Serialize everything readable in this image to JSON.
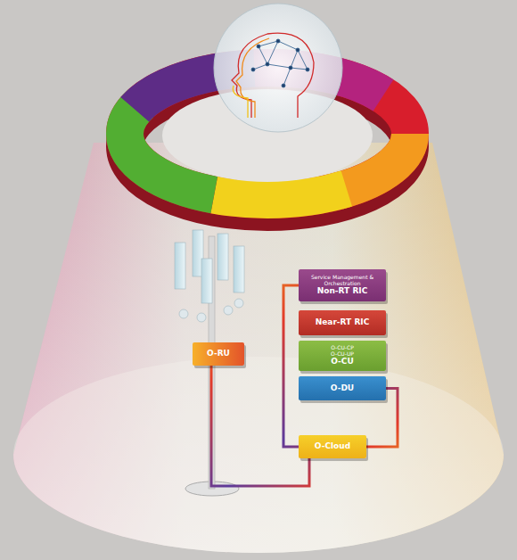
{
  "diagram": {
    "nodes": [
      {
        "text": [
          "Service Management & Orchestration",
          "Non-RT RIC"
        ]
      },
      {
        "text": [
          "Near-RT RIC"
        ]
      },
      {
        "text": [
          "O-CU-CP",
          "O-CU-UP",
          "O-CU"
        ]
      },
      {
        "text": [
          "O-DU"
        ]
      },
      {
        "text": [
          "O-RU"
        ]
      },
      {
        "text": [
          "O-Cloud"
        ]
      }
    ],
    "edges": [
      {
        "from": 4,
        "to": 5,
        "arrow": "none"
      },
      {
        "from": 5,
        "to": 0,
        "arrow": "none"
      },
      {
        "from": 5,
        "to": 3,
        "arrow": "none"
      }
    ]
  }
}
